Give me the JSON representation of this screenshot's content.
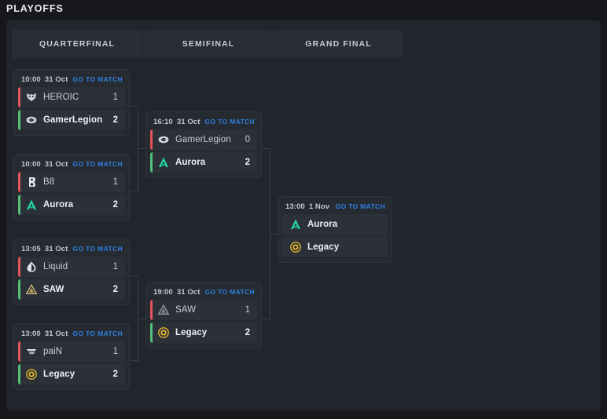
{
  "page": {
    "title": "PLAYOFFS"
  },
  "rounds": [
    {
      "label": "QUARTERFINAL"
    },
    {
      "label": "SEMIFINAL"
    },
    {
      "label": "GRAND FINAL"
    }
  ],
  "link_label": "GO TO MATCH",
  "colors": {
    "page_bg": "#16181c",
    "panel_bg": "#22252b",
    "card_bg": "#262a31",
    "row_bg": "#2c3038",
    "link_blue": "#2f7fe0",
    "win_bar": "#53c07a",
    "loss_bar": "#e2535c",
    "connector": "#393d45",
    "text_primary": "#eef1f5",
    "text_muted": "#c9ced7"
  },
  "matches": {
    "qf1": {
      "time": "10:00",
      "date": "31 Oct",
      "link": "GO TO MATCH",
      "teams": [
        {
          "name": "HEROIC",
          "score": "1",
          "result": "loss",
          "logo": "heroic-logo"
        },
        {
          "name": "GamerLegion",
          "score": "2",
          "result": "win",
          "logo": "gamerlegion-logo"
        }
      ]
    },
    "qf2": {
      "time": "10:00",
      "date": "31 Oct",
      "link": "GO TO MATCH",
      "teams": [
        {
          "name": "B8",
          "score": "1",
          "result": "loss",
          "logo": "b8-logo"
        },
        {
          "name": "Aurora",
          "score": "2",
          "result": "win",
          "logo": "aurora-logo"
        }
      ]
    },
    "qf3": {
      "time": "13:05",
      "date": "31 Oct",
      "link": "GO TO MATCH",
      "teams": [
        {
          "name": "Liquid",
          "score": "1",
          "result": "loss",
          "logo": "liquid-logo"
        },
        {
          "name": "SAW",
          "score": "2",
          "result": "win",
          "logo": "saw-logo"
        }
      ]
    },
    "qf4": {
      "time": "13:00",
      "date": "31 Oct",
      "link": "GO TO MATCH",
      "teams": [
        {
          "name": "paiN",
          "score": "1",
          "result": "loss",
          "logo": "pain-logo"
        },
        {
          "name": "Legacy",
          "score": "2",
          "result": "win",
          "logo": "legacy-logo"
        }
      ]
    },
    "sf1": {
      "time": "16:10",
      "date": "31 Oct",
      "link": "GO TO MATCH",
      "teams": [
        {
          "name": "GamerLegion",
          "score": "0",
          "result": "loss",
          "logo": "gamerlegion-logo"
        },
        {
          "name": "Aurora",
          "score": "2",
          "result": "win",
          "logo": "aurora-logo"
        }
      ]
    },
    "sf2": {
      "time": "19:00",
      "date": "31 Oct",
      "link": "GO TO MATCH",
      "teams": [
        {
          "name": "SAW",
          "score": "1",
          "result": "loss",
          "logo": "saw-logo"
        },
        {
          "name": "Legacy",
          "score": "2",
          "result": "win",
          "logo": "legacy-logo"
        }
      ]
    },
    "gf": {
      "time": "13:00",
      "date": "1 Nov",
      "link": "GO TO MATCH",
      "teams": [
        {
          "name": "Aurora",
          "score": "",
          "result": "none",
          "logo": "aurora-logo"
        },
        {
          "name": "Legacy",
          "score": "",
          "result": "none",
          "logo": "legacy-logo"
        }
      ]
    }
  }
}
